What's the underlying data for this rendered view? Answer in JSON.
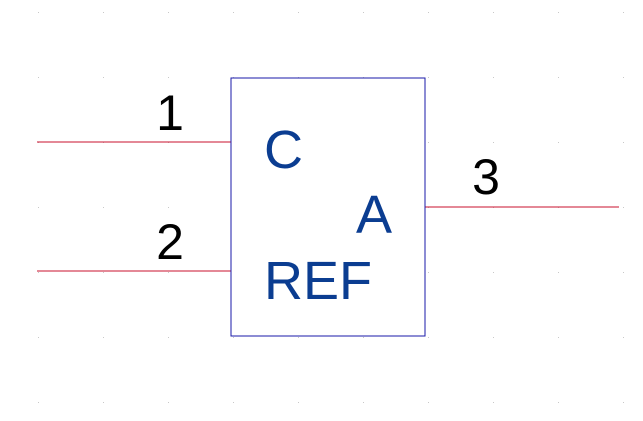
{
  "colors": {
    "pin_line": "#c8102e",
    "body_outline": "#1a1aa8",
    "pin_name": "#0b3d91",
    "pin_number": "#000000",
    "grid_dot": "#c8c8c8",
    "background": "#ffffff"
  },
  "pins": [
    {
      "number": "1",
      "name": "C"
    },
    {
      "number": "2",
      "name": "REF"
    },
    {
      "number": "3",
      "name": "A"
    }
  ]
}
